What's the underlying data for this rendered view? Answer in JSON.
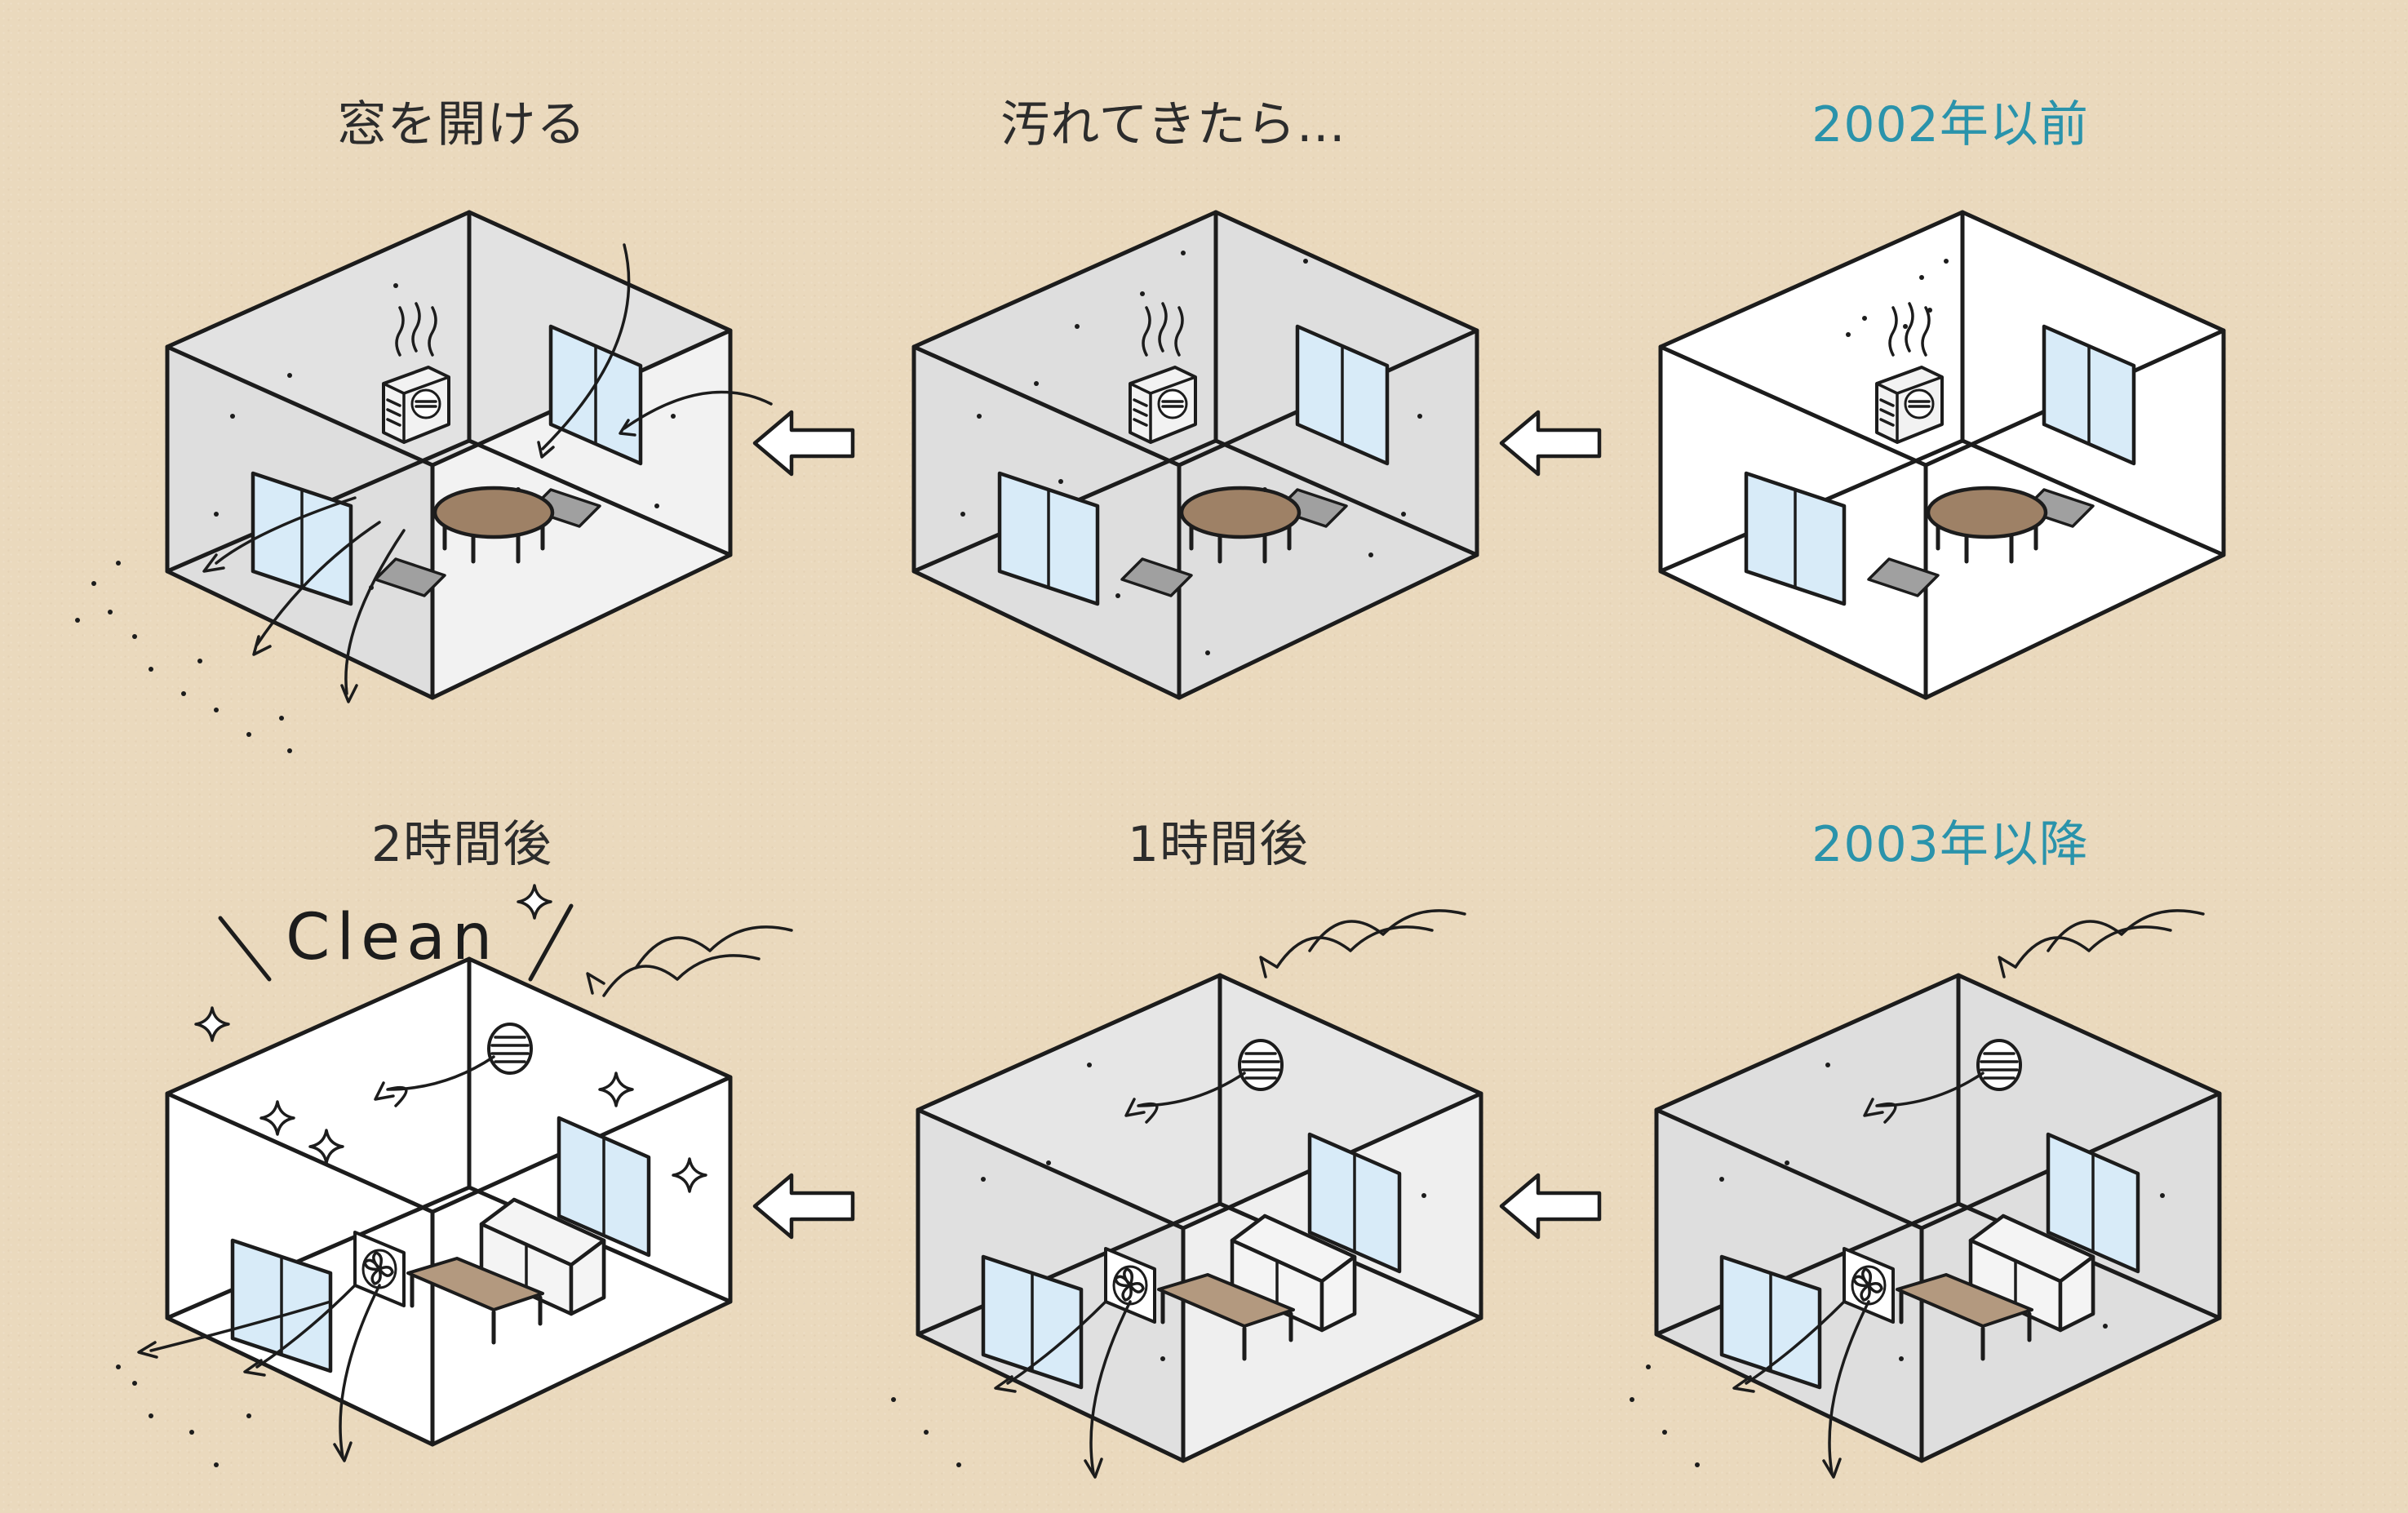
{
  "captions": {
    "top_left": "窓を開ける",
    "top_middle": "汚れてきたら…",
    "top_right": "2002年以前",
    "bottom_left": "2時間後",
    "bottom_middle": "1時間後",
    "bottom_right": "2003年以降"
  },
  "clean_label": "Clean",
  "colors": {
    "background": "#ead9bd",
    "teal_caption": "#2a93ab",
    "dirty_wall": "#dcdcdc",
    "window_glass": "#d8ebf8",
    "wood": "#9e8166"
  },
  "icons": [
    "left-arrow-icon",
    "heater-icon",
    "vent-fan-icon",
    "exhaust-fan-icon",
    "sparkle-icon",
    "airflow-arrow-icon"
  ]
}
